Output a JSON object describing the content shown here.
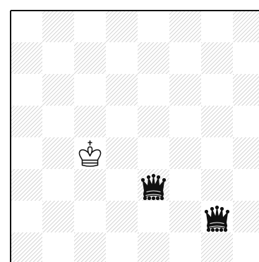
{
  "board": {
    "colors": {
      "light_square": "#ffffff",
      "dark_square": "#ffffff",
      "hatch": "#c8c8c8",
      "border": "#111111",
      "black_piece": "#111111",
      "white_piece": "#ffffff"
    },
    "style": "hatched-dark-squares",
    "visible_files": 8,
    "visible_ranks": 8,
    "pieces": [
      {
        "type": "king",
        "color": "white",
        "file": 2,
        "rank": 4,
        "icon": "white-king-icon"
      },
      {
        "type": "queen",
        "color": "black",
        "file": 4,
        "rank": 5,
        "icon": "black-queen-icon"
      },
      {
        "type": "queen",
        "color": "black",
        "file": 6,
        "rank": 6,
        "icon": "black-queen-icon"
      }
    ]
  }
}
